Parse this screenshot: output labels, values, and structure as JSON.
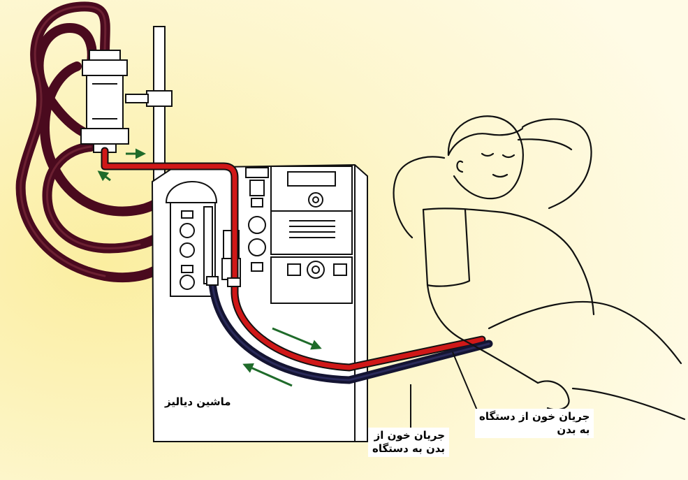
{
  "labels": {
    "machine": "ماشین دیالیز",
    "flow_to_machine_line1": "جریان خون از",
    "flow_to_machine_line2": "بدن به دستگاه",
    "flow_to_body_line1": "جریان خون از دستگاه",
    "flow_to_body_line2": "به بدن"
  },
  "colors": {
    "background": "#fdf6c8",
    "arterial_tube": "#d01818",
    "venous_tube": "#141432",
    "coiled_tubing": "#4a0a1e",
    "arrows": "#1f6b2a",
    "outline": "#111111"
  }
}
